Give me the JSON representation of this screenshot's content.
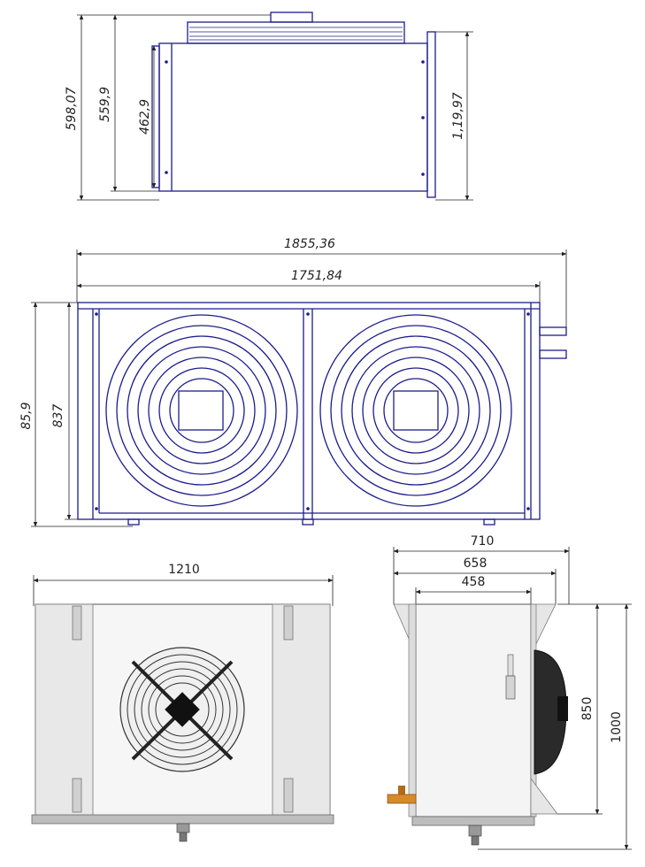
{
  "top_view": {
    "dims": [
      "598,07",
      "559,9",
      "462,9",
      "1,19,97"
    ]
  },
  "front_view": {
    "dims": [
      "1855,36",
      "1751,84",
      "85,9",
      "837"
    ]
  },
  "unit_front": {
    "width_label": "1210"
  },
  "unit_side": {
    "dims": [
      "710",
      "658",
      "458",
      "850",
      "1000"
    ]
  },
  "colors": {
    "line": "#1c1c8c",
    "photo_gray": "#d9d9d9",
    "accent": "#d88a2a"
  }
}
